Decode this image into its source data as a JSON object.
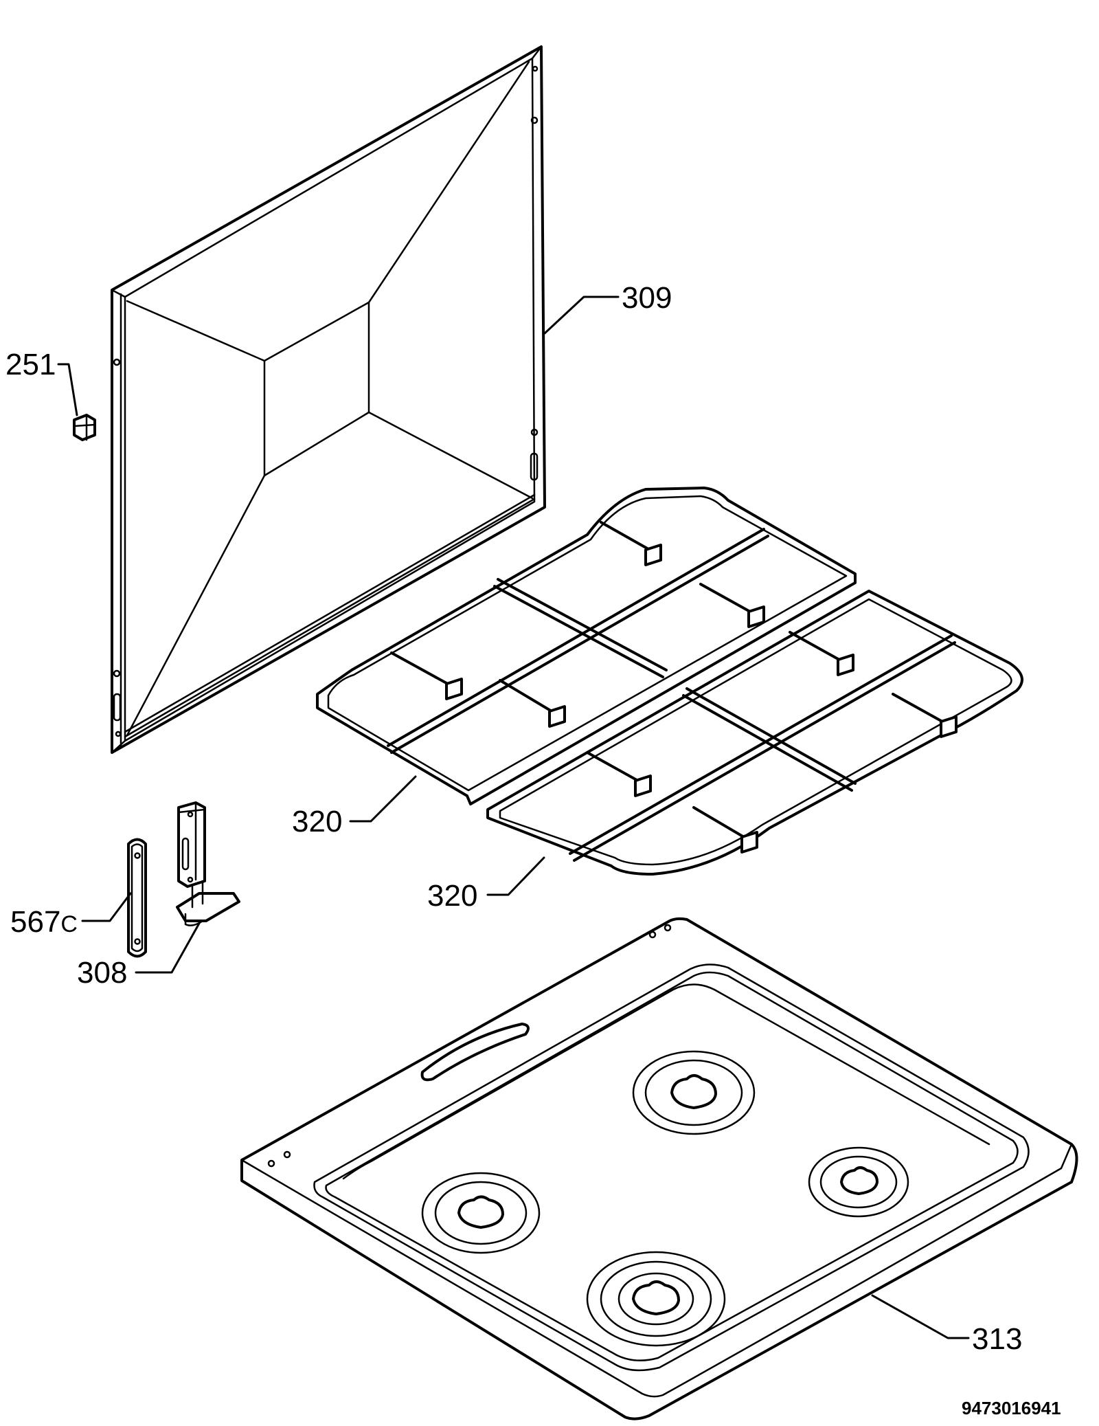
{
  "labels": {
    "l251": "251",
    "l309": "309",
    "l320a": "320",
    "l320b": "320",
    "l567": "567",
    "l567_suffix": "C",
    "l308": "308",
    "l313": "313"
  },
  "diagram_code": "9473016941"
}
